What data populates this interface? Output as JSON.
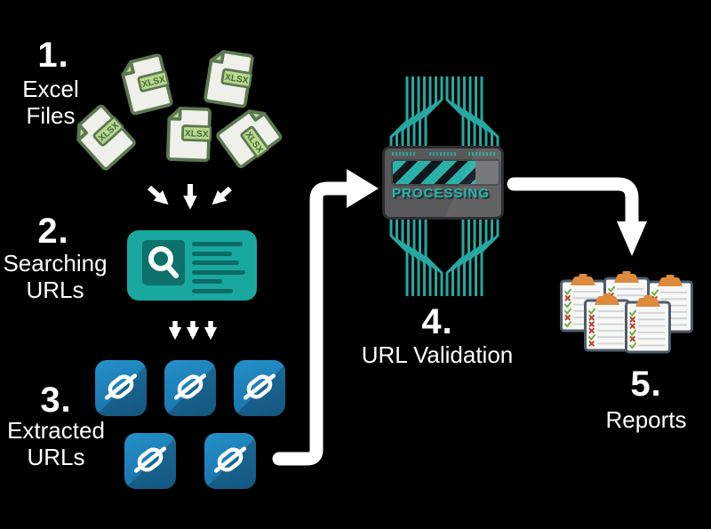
{
  "steps": [
    {
      "number": "1.",
      "label": "Excel Files"
    },
    {
      "number": "2.",
      "label": "Searching URLs"
    },
    {
      "number": "3.",
      "label": "Extracted URLs"
    },
    {
      "number": "4.",
      "label": "URL Validation"
    },
    {
      "number": "5.",
      "label": "Reports"
    }
  ],
  "excel_files": {
    "badge_label": "XLSX",
    "count": 5
  },
  "extracted_urls": {
    "count": 5
  },
  "chip": {
    "status_label": "PROCESSING",
    "progress_percent": 78
  },
  "reports": {
    "count": 5,
    "checklists": [
      [
        "c",
        "x",
        "c",
        "c",
        "x",
        "c"
      ],
      [
        "c",
        "x",
        "x",
        "c",
        "x",
        "c"
      ],
      [
        "c",
        "x",
        "x",
        "c",
        "c",
        "x"
      ],
      [
        "c",
        "x",
        "x",
        "x",
        "c",
        "x"
      ],
      [
        "c",
        "x",
        "x",
        "c",
        "x",
        "c"
      ]
    ]
  },
  "colors": {
    "background": "#000000",
    "text": "#ffffff",
    "teal": "#18a8a0",
    "teal_dark": "#0d6a65",
    "trace_teal": "#27a7a1",
    "tile_blue": "#1d7db4",
    "file_border": "#5c7852",
    "file_fill": "#eef0e9",
    "file_green": "#b8d88d",
    "badge_text": "#47663f",
    "chip_body": "#59595b",
    "chip_border": "#2c2d2f",
    "bar_dark": "#10161c",
    "bar_gray": "#707174",
    "clip_orange": "#dd8a3f",
    "board_border": "#4e5c6a",
    "paper": "#f7f7f4",
    "check_green": "#6fae3f",
    "fail_red": "#b8432f",
    "arrow": "#ffffff"
  }
}
